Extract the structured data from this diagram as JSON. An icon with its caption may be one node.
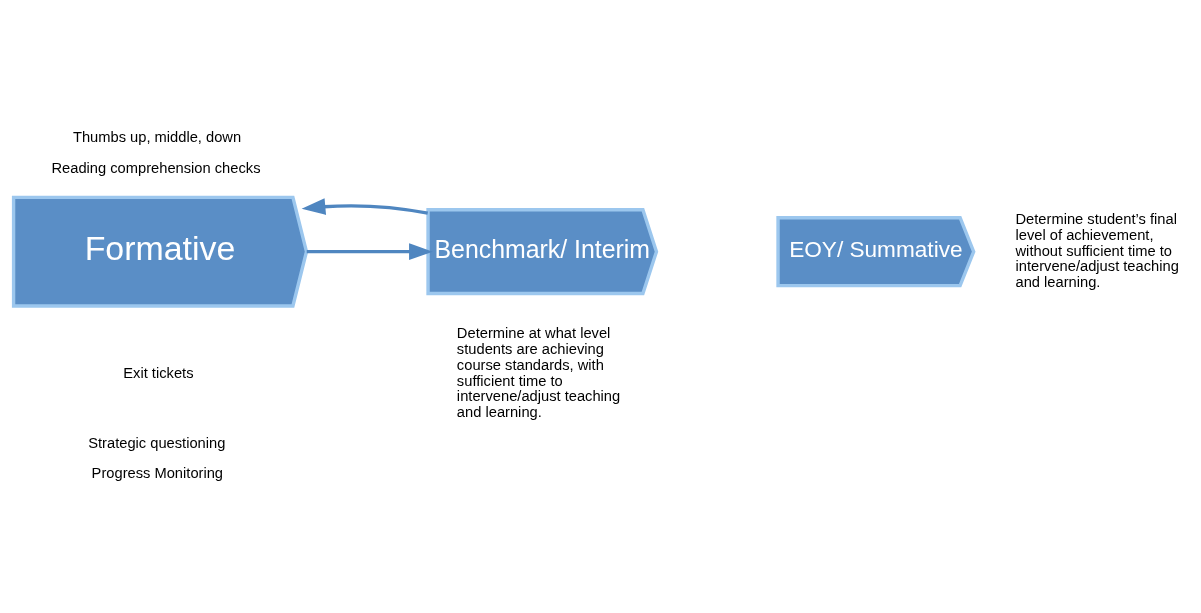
{
  "diagram": {
    "nodes": [
      {
        "text": [
          "Formative"
        ]
      },
      {
        "text": [
          "Benchmark/ Interim"
        ]
      },
      {
        "text": [
          "EOY/ Summative"
        ]
      }
    ],
    "edges": [
      {
        "from": 0,
        "to": 1,
        "arrow": "to"
      },
      {
        "from": 1,
        "to": 0,
        "arrow": "to"
      }
    ],
    "labels": [
      "Thumbs up, middle, down",
      "Reading comprehension checks",
      "Determine student’s final level of achievement, without sufficient time to intervene/adjust teaching and learning.",
      "Exit tickets",
      "Strategic questioning",
      "Progress Monitoring",
      "Determine at what level students are achieving course standards, with sufficient time to intervene/adjust teaching and learning."
    ]
  }
}
